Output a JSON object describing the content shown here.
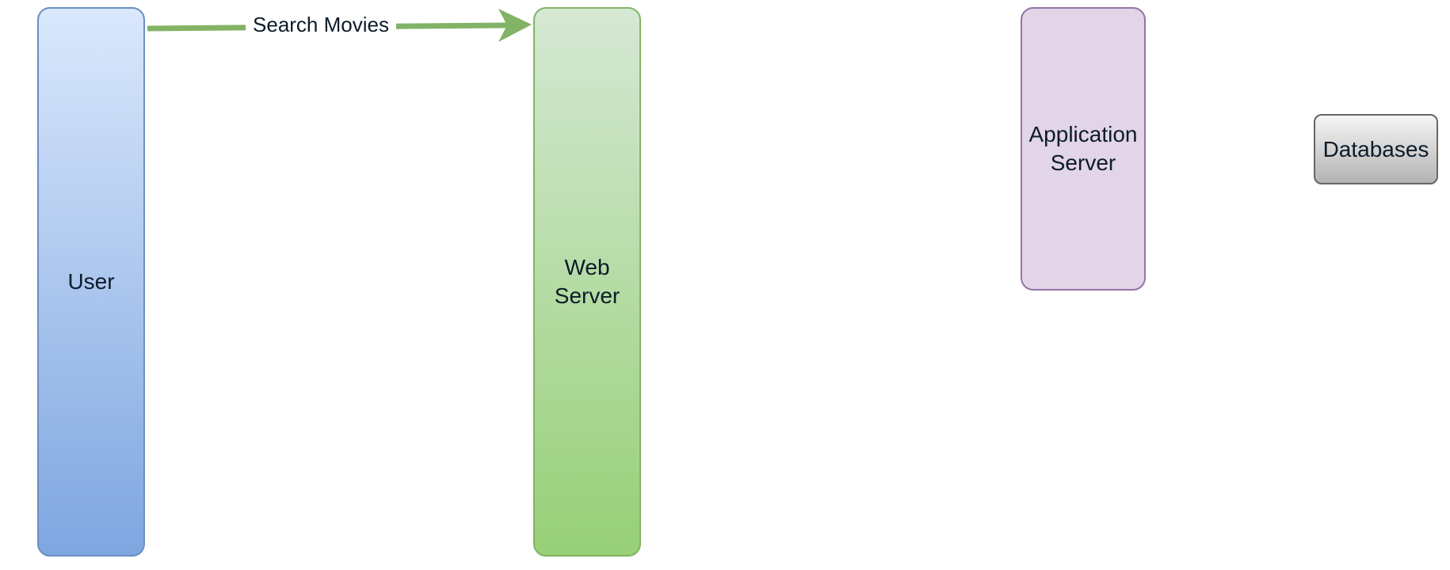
{
  "diagram": {
    "nodes": {
      "user": {
        "label": "User",
        "fill": "#dae8fc",
        "fill_end": "#7ea6e0",
        "stroke": "#6c8ebf"
      },
      "web_server": {
        "label": "Web\nServer",
        "fill": "#d5e8d4",
        "fill_end": "#97d077",
        "stroke": "#82b366"
      },
      "app_server": {
        "label": "Application\nServer",
        "fill": "#e1d5e7",
        "stroke": "#9673a6"
      },
      "databases": {
        "label": "Databases",
        "fill": "#f5f5f5",
        "fill_end": "#b3b3b3",
        "stroke": "#666666"
      }
    },
    "edges": [
      {
        "from": "user",
        "to": "web_server",
        "label": "Search Movies",
        "color": "#82b366"
      }
    ]
  }
}
